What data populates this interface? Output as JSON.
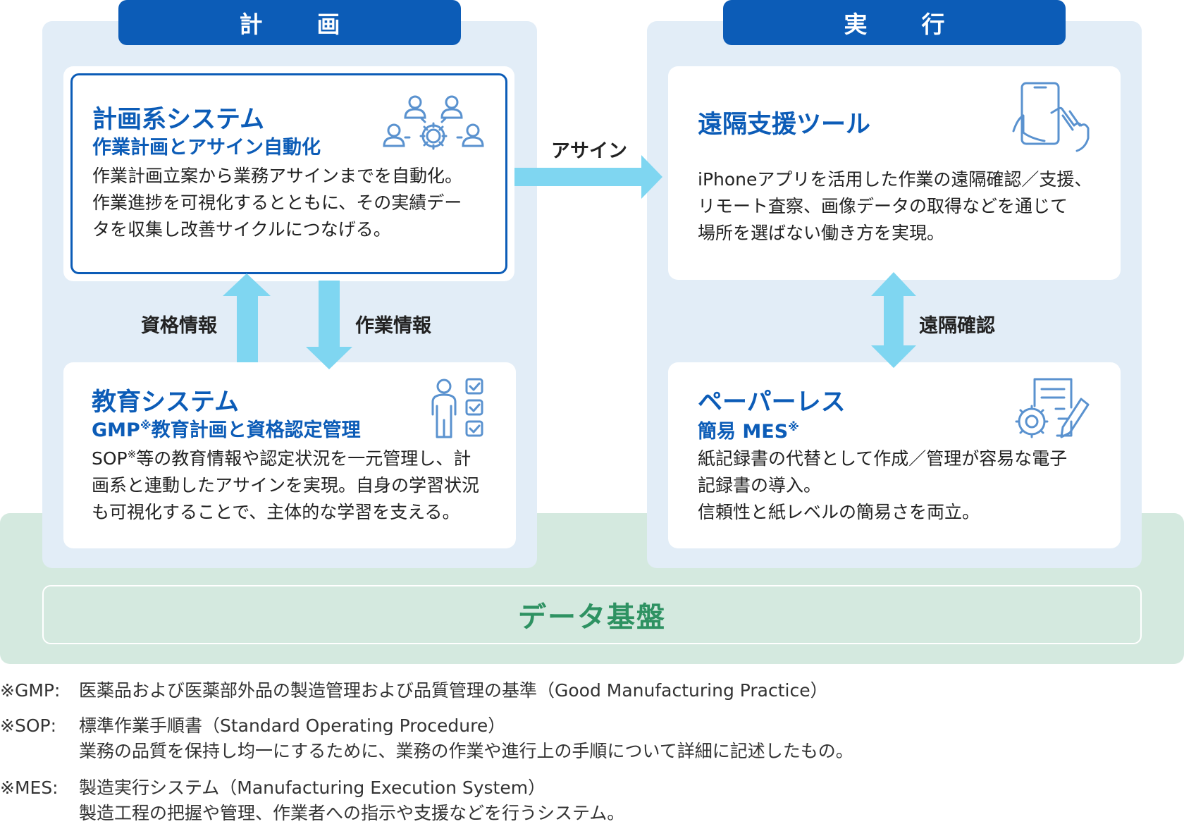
{
  "foundation": {
    "label": "データ基盤"
  },
  "plan_section": {
    "label": "計　画"
  },
  "execute_section": {
    "label": "実　行"
  },
  "plan_system": {
    "title": "計画系システム",
    "subtitle": "作業計画とアサイン自動化",
    "body": [
      "作業計画立案から業務アサインまでを自動化。",
      "作業進捗を可視化するとともに、その実績デー",
      "タを収集し改善サイクルにつなげる。"
    ],
    "icon": "people-gear-icon"
  },
  "education_system": {
    "title": "教育システム",
    "subtitle_pre": "GMP",
    "subtitle_mark": "※",
    "subtitle_post": "教育計画と資格認定管理",
    "body1_pre": "SOP",
    "body1_mark": "※",
    "body1_post": "等の教育情報や認定状況を一元管理し、計",
    "body2": "画系と連動したアサインを実現。自身の学習状況",
    "body3": "も可視化することで、主体的な学習を支える。",
    "icon": "person-checklist-icon"
  },
  "remote_tool": {
    "title": "遠隔支援ツール",
    "body": [
      "iPhoneアプリを活用した作業の遠隔確認／支援、",
      "リモート査察、画像データの取得などを通じて",
      "場所を選ばない働き方を実現。"
    ],
    "icon": "smartphone-hand-icon"
  },
  "paperless": {
    "title": "ペーパーレス",
    "subtitle_pre": "簡易 MES",
    "subtitle_mark": "※",
    "body": [
      "紙記録書の代替として作成／管理が容易な電子",
      "記録書の導入。",
      "信頼性と紙レベルの簡易さを両立。"
    ],
    "icon": "document-gear-pen-icon"
  },
  "arrows": {
    "assign": "アサイン",
    "qualification": "資格情報",
    "work_info": "作業情報",
    "remote_confirm": "遠隔確認"
  },
  "notes": {
    "gmp_key": "※GMP:",
    "gmp_text": "医薬品および医薬部外品の製造管理および品質管理の基準（Good Manufacturing Practice）",
    "sop_key": "※SOP:",
    "sop_text": "標準作業手順書（Standard Operating Procedure）",
    "sop_text2": "業務の品質を保持し均一にするために、業務の作業や進行上の手順について詳細に記述したもの。",
    "mes_key": "※MES:",
    "mes_text": "製造実行システム（Manufacturing Execution System）",
    "mes_text2": "製造工程の把握や管理、作業者への指示や支援などを行うシステム。"
  },
  "colors": {
    "primary": "#0c5cb7",
    "arrow": "#7fd6f1",
    "panel": "#e2edf7",
    "foundation": "#d4e9df",
    "foundation_text": "#2e9262",
    "icon": "#5a92cf"
  }
}
